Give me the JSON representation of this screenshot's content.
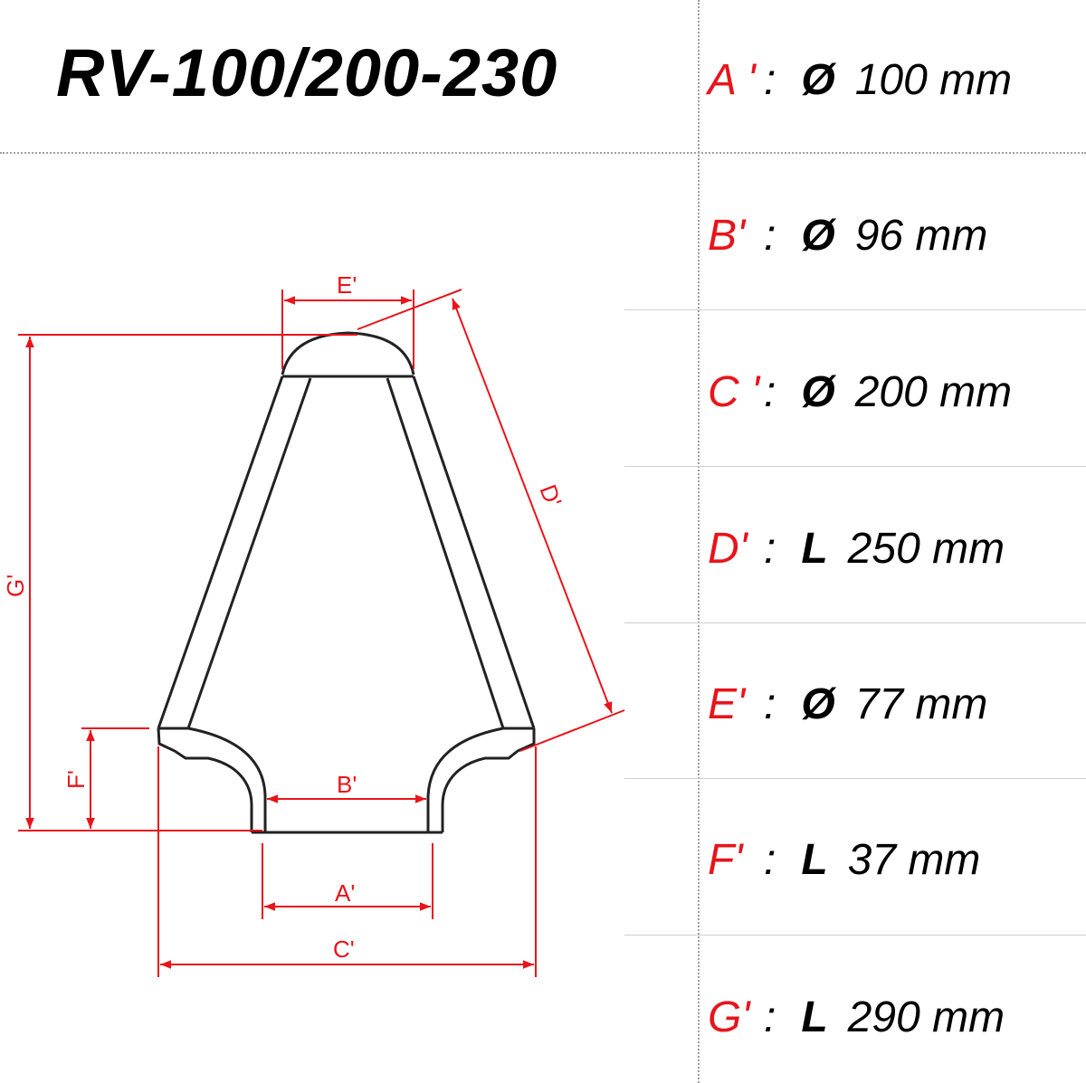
{
  "title": "RV-100/200-230",
  "colors": {
    "dimension": "#e8141b",
    "outline": "#222222",
    "grid": "#cfcfcf"
  },
  "drawing_labels": {
    "A": "A'",
    "B": "B'",
    "C": "C'",
    "D": "D'",
    "E": "E'",
    "F": "F'",
    "G": "G'"
  },
  "specs": [
    {
      "label": "A '",
      "colon": ":",
      "symbol": "Ø",
      "value": "100 mm"
    },
    {
      "label": "B'",
      "colon": ":",
      "symbol": "Ø",
      "value": "96 mm"
    },
    {
      "label": "C '",
      "colon": ":",
      "symbol": "Ø",
      "value": "200 mm"
    },
    {
      "label": "D'",
      "colon": ":",
      "symbol": "L",
      "value": "250 mm"
    },
    {
      "label": "E'",
      "colon": ":",
      "symbol": "Ø",
      "value": "77 mm"
    },
    {
      "label": "F'",
      "colon": ":",
      "symbol": "L",
      "value": "37 mm"
    },
    {
      "label": "G'",
      "colon": ":",
      "symbol": "L",
      "value": "290  mm"
    }
  ]
}
